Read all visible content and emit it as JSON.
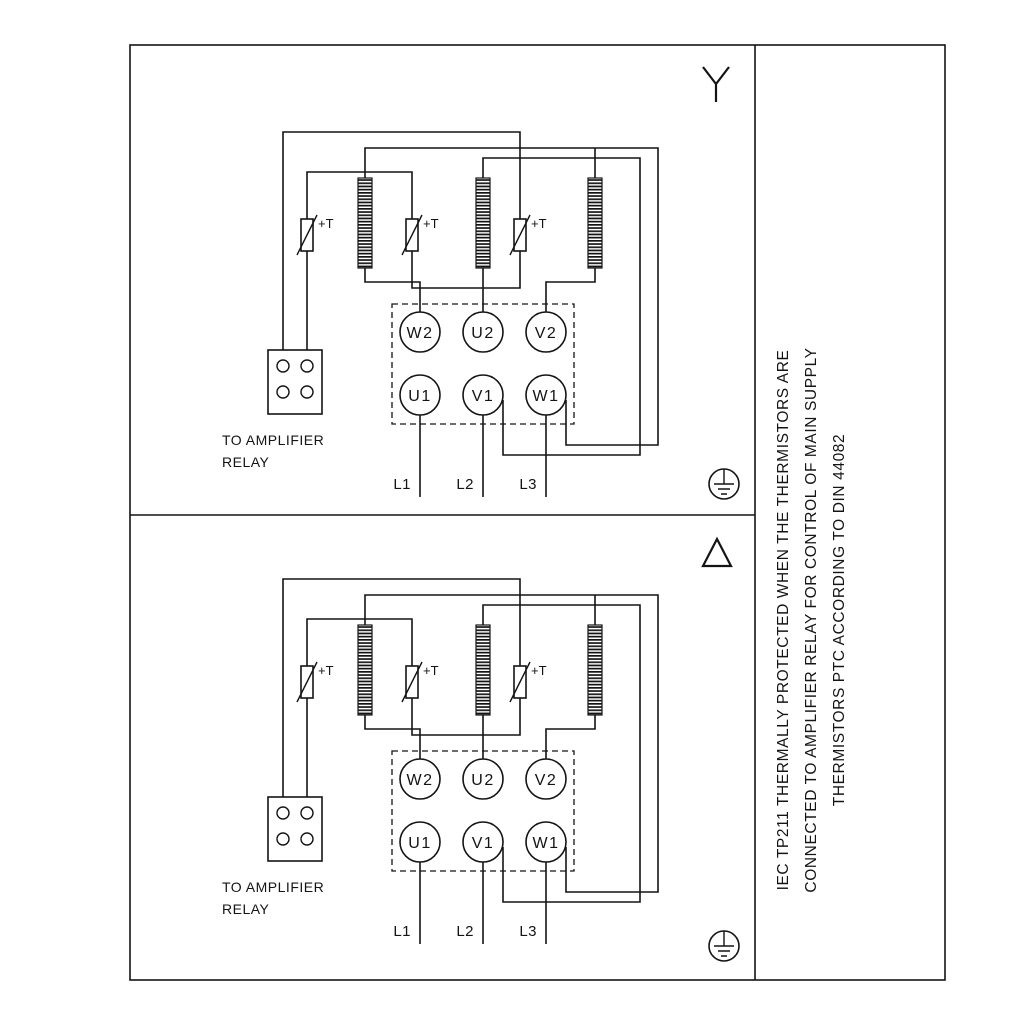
{
  "note_panel": {
    "lines": [
      "IEC TP211 THERMALLY PROTECTED WHEN THE THERMISTORS ARE",
      "CONNECTED TO AMPLIFIER RELAY FOR CONTROL OF MAIN SUPPLY",
      "THERMISTORS PTC ACCORDING TO DIN 44082"
    ]
  },
  "panels": [
    {
      "connection": "star",
      "thermistor_label": "+T",
      "relay_label": [
        "TO AMPLIFIER",
        "RELAY"
      ],
      "terminals_top": [
        "W2",
        "U2",
        "V2"
      ],
      "terminals_bottom": [
        "U1",
        "V1",
        "W1"
      ],
      "supply": [
        "L1",
        "L2",
        "L3"
      ]
    },
    {
      "connection": "delta",
      "thermistor_label": "+T",
      "relay_label": [
        "TO AMPLIFIER",
        "RELAY"
      ],
      "terminals_top": [
        "W2",
        "U2",
        "V2"
      ],
      "terminals_bottom": [
        "U1",
        "V1",
        "W1"
      ],
      "supply": [
        "L1",
        "L2",
        "L3"
      ]
    }
  ],
  "colors": {
    "line": "#141414",
    "background": "#ffffff"
  }
}
